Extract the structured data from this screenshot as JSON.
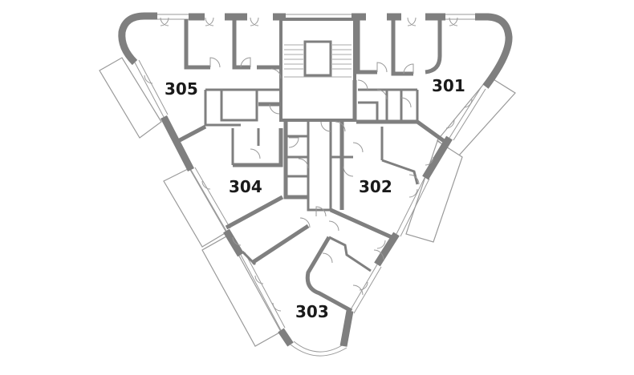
{
  "diagram": {
    "units": [
      {
        "id": "unit-301",
        "label": "301"
      },
      {
        "id": "unit-302",
        "label": "302"
      },
      {
        "id": "unit-303",
        "label": "303"
      },
      {
        "id": "unit-304",
        "label": "304"
      },
      {
        "id": "unit-305",
        "label": "305"
      }
    ],
    "colors": {
      "wall": "#7f7f7f",
      "glazing": "#9a9a9a",
      "background": "#ffffff",
      "label": "#1a1a1a"
    }
  }
}
